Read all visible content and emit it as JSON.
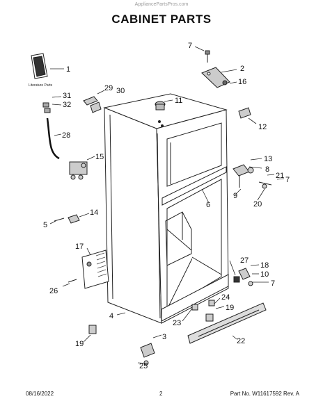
{
  "header": {
    "watermark": "AppliancePartsPros.com",
    "title": "CABINET PARTS"
  },
  "literature_label": "Literature Parts",
  "callouts": [
    "1",
    "2",
    "3",
    "4",
    "5",
    "6",
    "7",
    "8",
    "9",
    "10",
    "11",
    "12",
    "13",
    "14",
    "15",
    "16",
    "17",
    "18",
    "19",
    "20",
    "21",
    "22",
    "23",
    "24",
    "25",
    "26",
    "27",
    "28",
    "29",
    "30",
    "31",
    "32",
    "7",
    "7",
    "19"
  ],
  "footer": {
    "date": "08/16/2022",
    "page": "2",
    "part_info": "Part No. W11617592  Rev. A"
  }
}
